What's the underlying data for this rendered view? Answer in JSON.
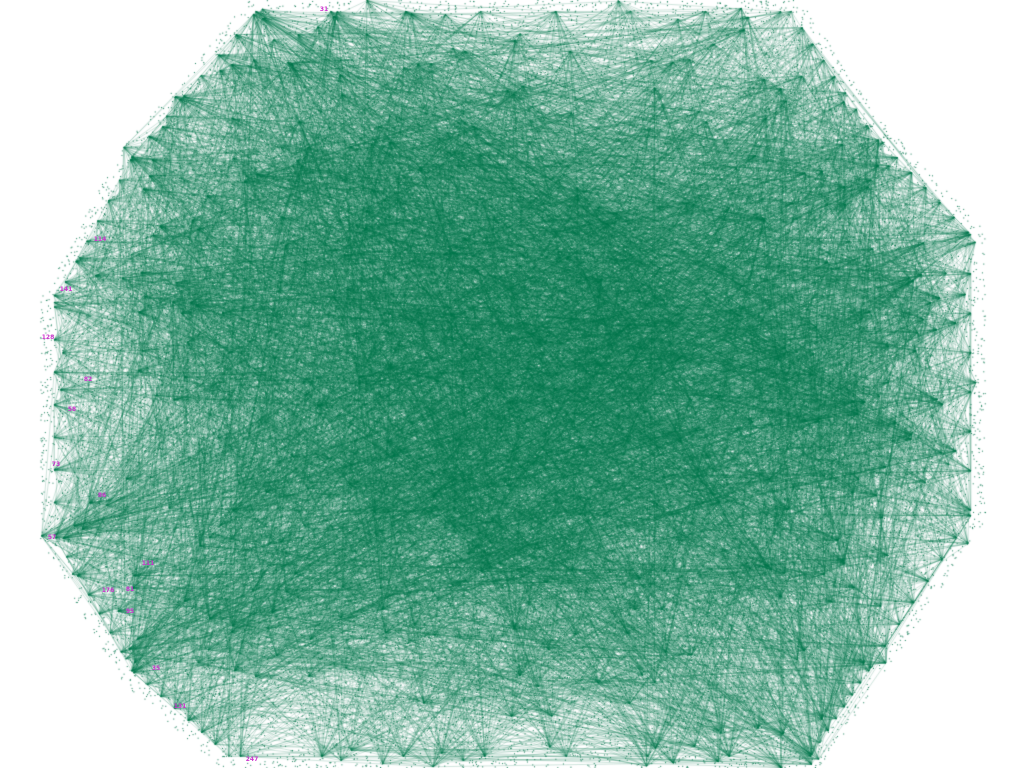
{
  "graph": {
    "edge_color": "#00734a",
    "background_color": "#ffffff",
    "label_color": "#cc33cc",
    "nodes": [
      {
        "label": "57"
      },
      {
        "label": "73"
      },
      {
        "label": "58"
      },
      {
        "label": "114"
      },
      {
        "label": "128"
      },
      {
        "label": "131"
      },
      {
        "label": "35"
      },
      {
        "label": "81"
      },
      {
        "label": "141"
      },
      {
        "label": "86"
      },
      {
        "label": "95"
      },
      {
        "label": "111"
      },
      {
        "label": "176"
      },
      {
        "label": "247"
      },
      {
        "label": "31"
      },
      {
        "label": "82"
      }
    ]
  }
}
